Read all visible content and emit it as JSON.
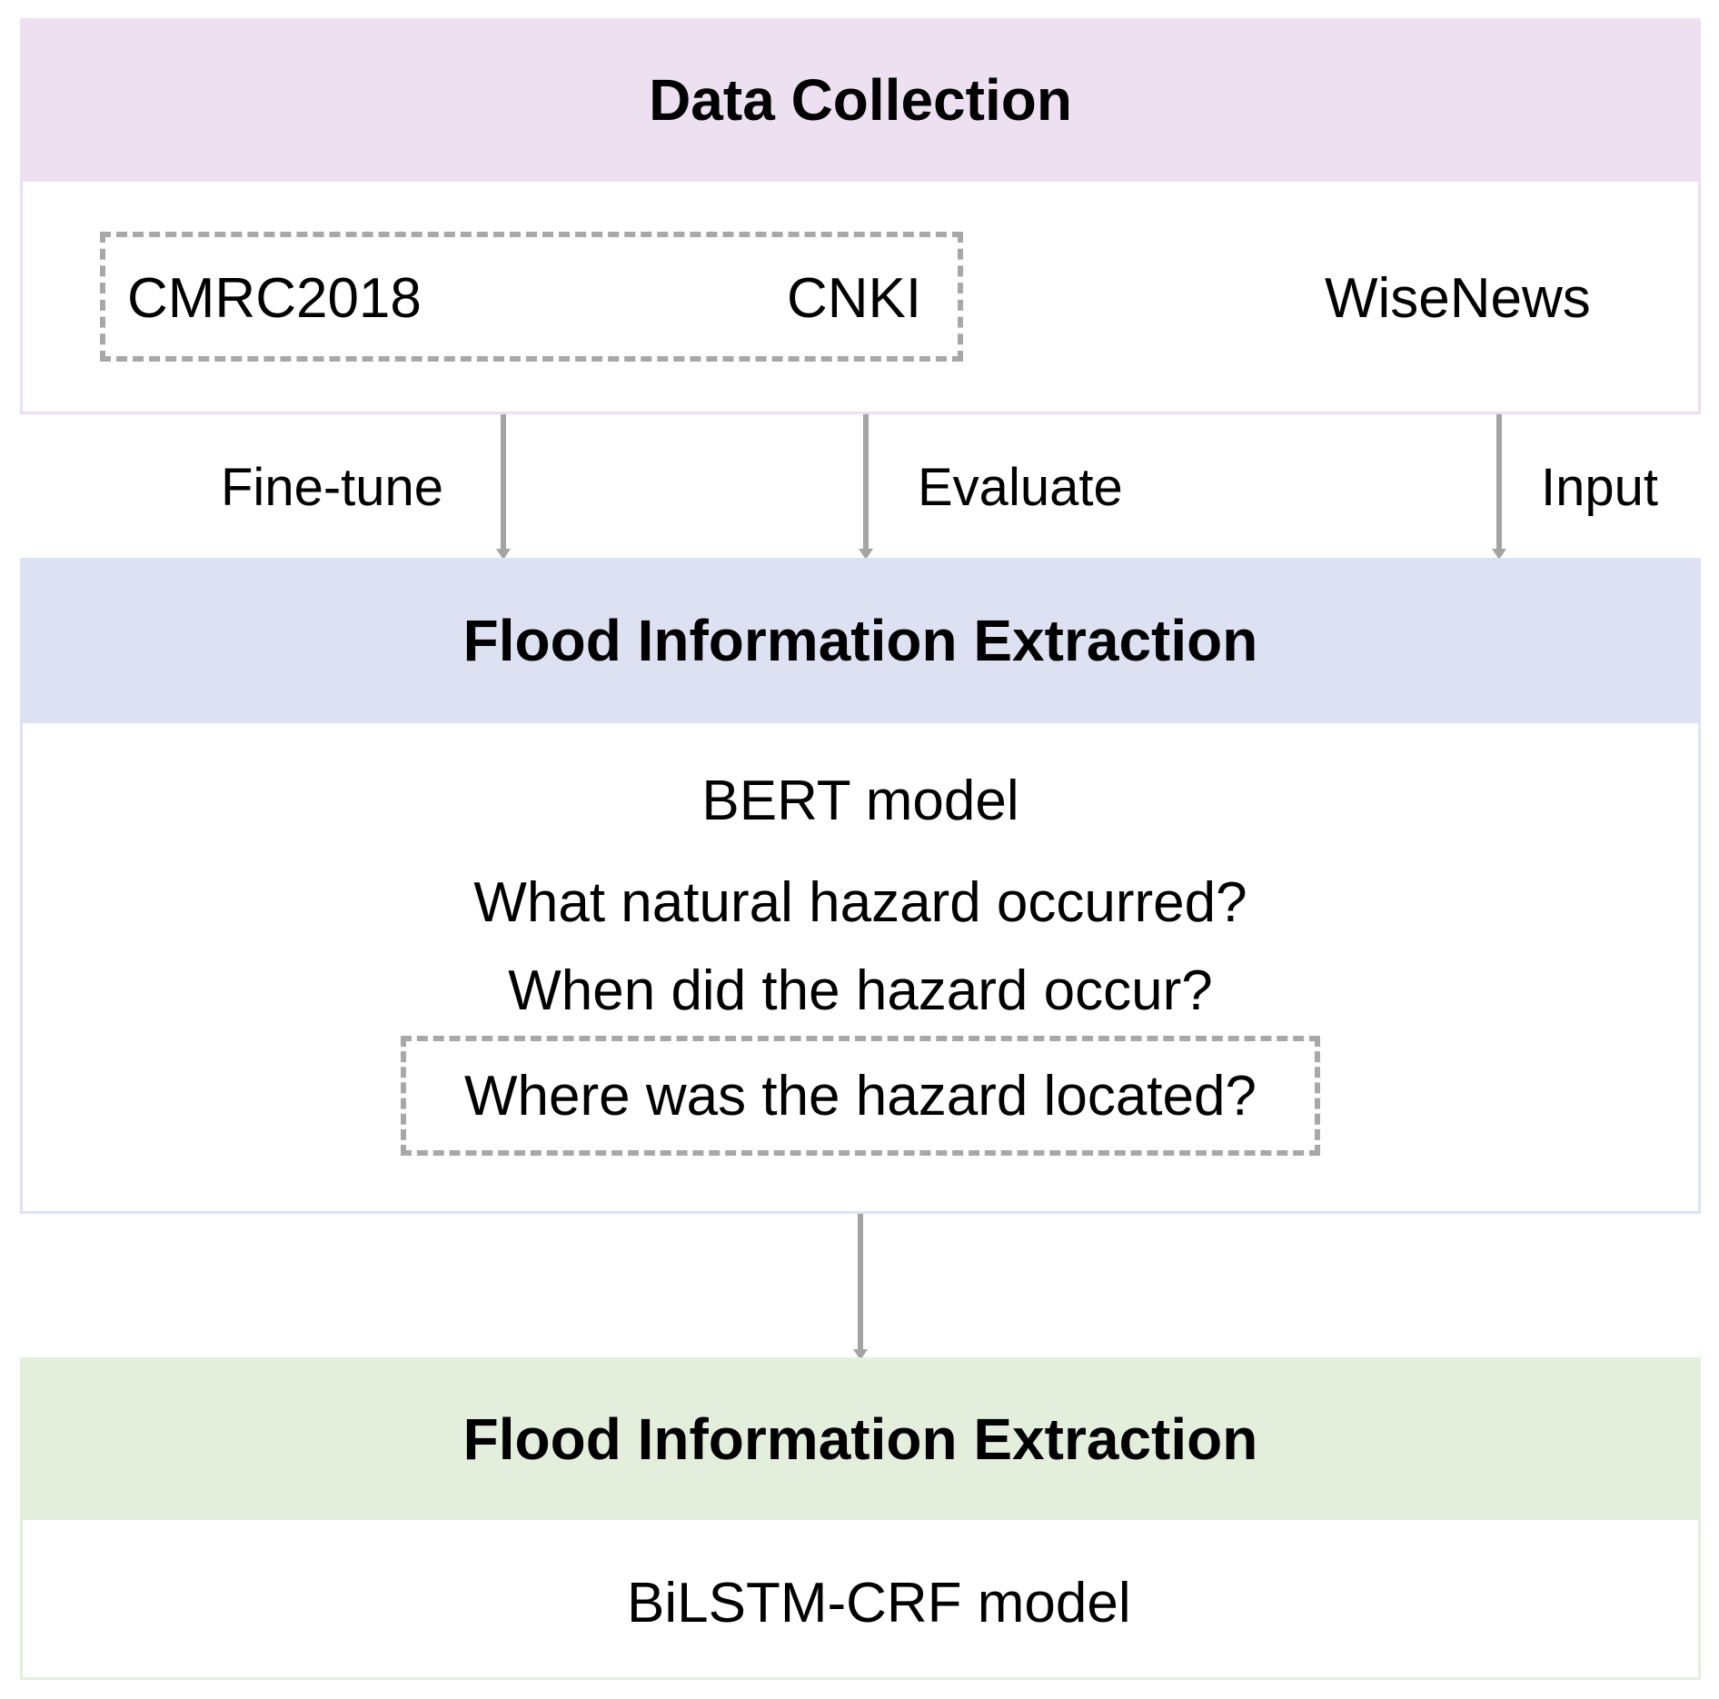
{
  "data_collection": {
    "header": "Data Collection",
    "header_color": "#ece0f1",
    "border_color": "#ecdff2",
    "sources": {
      "cmrc": "CMRC2018",
      "cnki": "CNKI",
      "wisenews": "WiseNews"
    }
  },
  "arrows": {
    "fine_tune": "Fine-tune",
    "evaluate": "Evaluate",
    "input": "Input"
  },
  "extraction_1": {
    "header": "Flood Information Extraction",
    "header_color": "#dee1f2",
    "border_color": "#dfe2f3",
    "model": "BERT model",
    "questions": [
      "What natural hazard occurred?",
      "When did the hazard occur?",
      "Where was the hazard located?"
    ]
  },
  "extraction_2": {
    "header": "Flood Information Extraction",
    "header_color": "#e4eedd",
    "border_color": "#e3eedc",
    "model": "BiLSTM-CRF model"
  }
}
